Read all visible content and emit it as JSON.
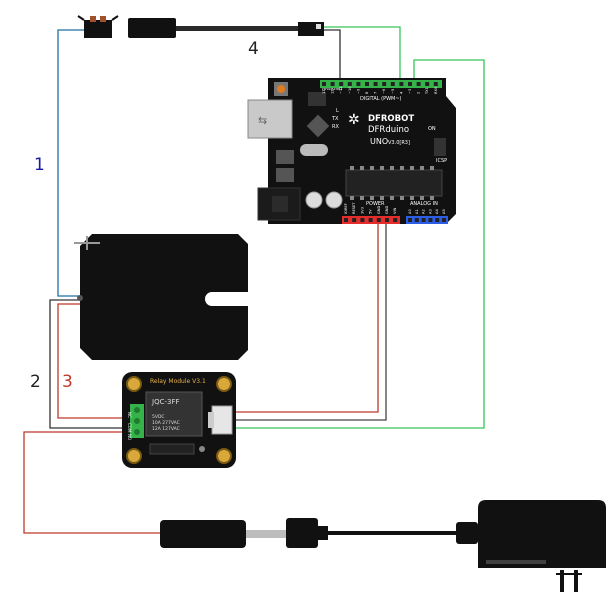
{
  "labels": {
    "wire_1": "1",
    "wire_2": "2",
    "wire_3": "3",
    "wire_4": "4"
  },
  "arduino": {
    "brand_line1": "DFROBOT",
    "brand_line2": "DFRduino",
    "model": "UNO",
    "version": "V3.0[R3]",
    "digital_header": "DIGITAL (PWM~)",
    "power_header": "POWER",
    "analog_header": "ANALOG IN",
    "icsp": "ICSP",
    "on": "ON",
    "tx": "TX",
    "rx": "RX",
    "l": "L",
    "aref": "AREF",
    "gnd": "GND",
    "power_pins": [
      "IOREF",
      "RESET",
      "3V3",
      "5V",
      "GND",
      "GND",
      "VIN"
    ],
    "analog_pins": [
      "A0",
      "A1",
      "A2",
      "A3",
      "A4",
      "A5"
    ],
    "digital_pins": [
      "13",
      "12",
      "~11",
      "~10",
      "~9",
      "8",
      "7",
      "~6",
      "~5",
      "4",
      "~3",
      "2",
      "TX1",
      "RX0"
    ]
  },
  "relay": {
    "title": "Relay Module V3.1",
    "part": "JQC-3FF",
    "spec1": "5VDC",
    "spec2": "10A  277VAC",
    "spec3": "12A  127VAC",
    "terminals": [
      "NC",
      "COM",
      "NO"
    ]
  },
  "colors": {
    "wire_blue": "#1f6fa8",
    "wire_red": "#c0392b",
    "wire_green": "#34c759",
    "wire_gray": "#555555",
    "label_blue": "#1a1aa6",
    "label_red": "#c0392b",
    "board_black": "#111111",
    "header_green": "#35b34a",
    "header_red": "#e52d2d",
    "header_blue": "#2d5de5"
  }
}
